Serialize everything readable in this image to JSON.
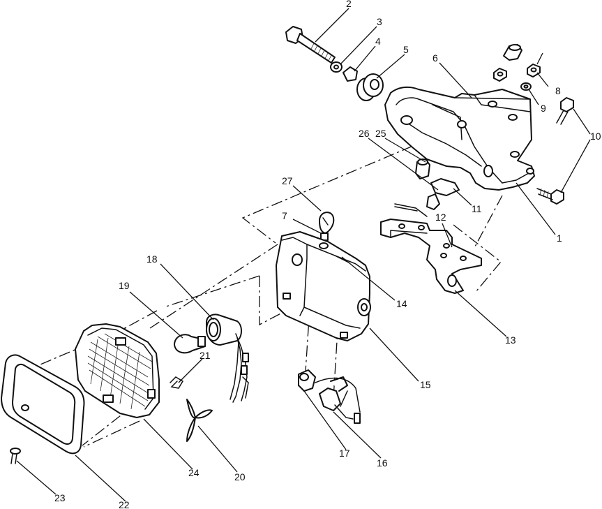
{
  "callouts": [
    {
      "id": "c1",
      "text": "1"
    },
    {
      "id": "c2",
      "text": "2"
    },
    {
      "id": "c3",
      "text": "3"
    },
    {
      "id": "c4",
      "text": "4"
    },
    {
      "id": "c5",
      "text": "5"
    },
    {
      "id": "c6",
      "text": "6"
    },
    {
      "id": "c7",
      "text": "7"
    },
    {
      "id": "c8",
      "text": "8"
    },
    {
      "id": "c9",
      "text": "9"
    },
    {
      "id": "c10",
      "text": "10"
    },
    {
      "id": "c11",
      "text": "11"
    },
    {
      "id": "c12",
      "text": "12"
    },
    {
      "id": "c13",
      "text": "13"
    },
    {
      "id": "c14",
      "text": "14"
    },
    {
      "id": "c15",
      "text": "15"
    },
    {
      "id": "c16",
      "text": "16"
    },
    {
      "id": "c17",
      "text": "17"
    },
    {
      "id": "c18",
      "text": "18"
    },
    {
      "id": "c19",
      "text": "19"
    },
    {
      "id": "c20",
      "text": "20"
    },
    {
      "id": "c21",
      "text": "21"
    },
    {
      "id": "c22",
      "text": "22"
    },
    {
      "id": "c23",
      "text": "23"
    },
    {
      "id": "c24",
      "text": "24"
    },
    {
      "id": "c25",
      "text": "25"
    },
    {
      "id": "c26",
      "text": "26"
    },
    {
      "id": "c27",
      "text": "27"
    }
  ],
  "colors": {
    "ink": "#111111",
    "paper": "#ffffff"
  }
}
